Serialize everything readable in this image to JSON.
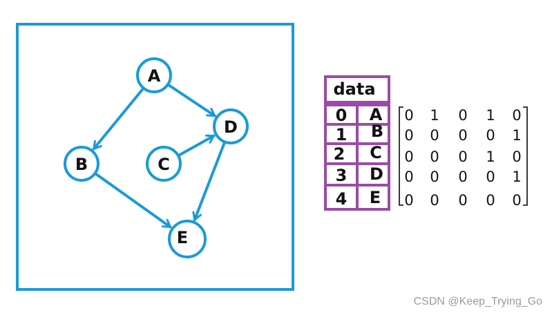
{
  "colors": {
    "graph": "#1a9ad9",
    "table": "#9b4aa8",
    "text": "#111111",
    "watermark": "#9a9a9a"
  },
  "graph": {
    "nodes": [
      {
        "id": "A",
        "label": "A"
      },
      {
        "id": "B",
        "label": "B"
      },
      {
        "id": "C",
        "label": "C"
      },
      {
        "id": "D",
        "label": "D"
      },
      {
        "id": "E",
        "label": "E"
      }
    ],
    "edges": [
      {
        "from": "A",
        "to": "B"
      },
      {
        "from": "A",
        "to": "D"
      },
      {
        "from": "C",
        "to": "D"
      },
      {
        "from": "B",
        "to": "E"
      },
      {
        "from": "D",
        "to": "E"
      }
    ]
  },
  "table": {
    "header": "data",
    "rows": [
      {
        "index": "0",
        "vertex": "A"
      },
      {
        "index": "1",
        "vertex": "B"
      },
      {
        "index": "2",
        "vertex": "C"
      },
      {
        "index": "3",
        "vertex": "D"
      },
      {
        "index": "4",
        "vertex": "E"
      }
    ]
  },
  "matrix": [
    [
      "0",
      "1",
      "0",
      "1",
      "0"
    ],
    [
      "0",
      "0",
      "0",
      "0",
      "1"
    ],
    [
      "0",
      "0",
      "0",
      "1",
      "0"
    ],
    [
      "0",
      "0",
      "0",
      "0",
      "1"
    ],
    [
      "0",
      "0",
      "0",
      "0",
      "0"
    ]
  ],
  "watermark": "CSDN @Keep_Trying_Go"
}
